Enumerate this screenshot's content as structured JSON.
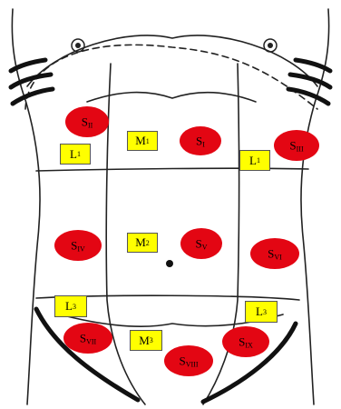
{
  "colors": {
    "region_fill": "#e30613",
    "box_fill": "#ffff00",
    "outline": "#222222"
  },
  "regions": [
    {
      "base": "S",
      "sub": "II"
    },
    {
      "base": "S",
      "sub": "I"
    },
    {
      "base": "S",
      "sub": "III"
    },
    {
      "base": "S",
      "sub": "IV"
    },
    {
      "base": "S",
      "sub": "V"
    },
    {
      "base": "S",
      "sub": "VI"
    },
    {
      "base": "S",
      "sub": "VII"
    },
    {
      "base": "S",
      "sub": "VIII"
    },
    {
      "base": "S",
      "sub": "IX"
    }
  ],
  "markers": [
    {
      "base": "M",
      "sub": "1"
    },
    {
      "base": "L",
      "sub": "1"
    },
    {
      "base": "L",
      "sub": "1"
    },
    {
      "base": "M",
      "sub": "2"
    },
    {
      "base": "L",
      "sub": "3"
    },
    {
      "base": "L",
      "sub": "3"
    },
    {
      "base": "M",
      "sub": "3"
    }
  ]
}
